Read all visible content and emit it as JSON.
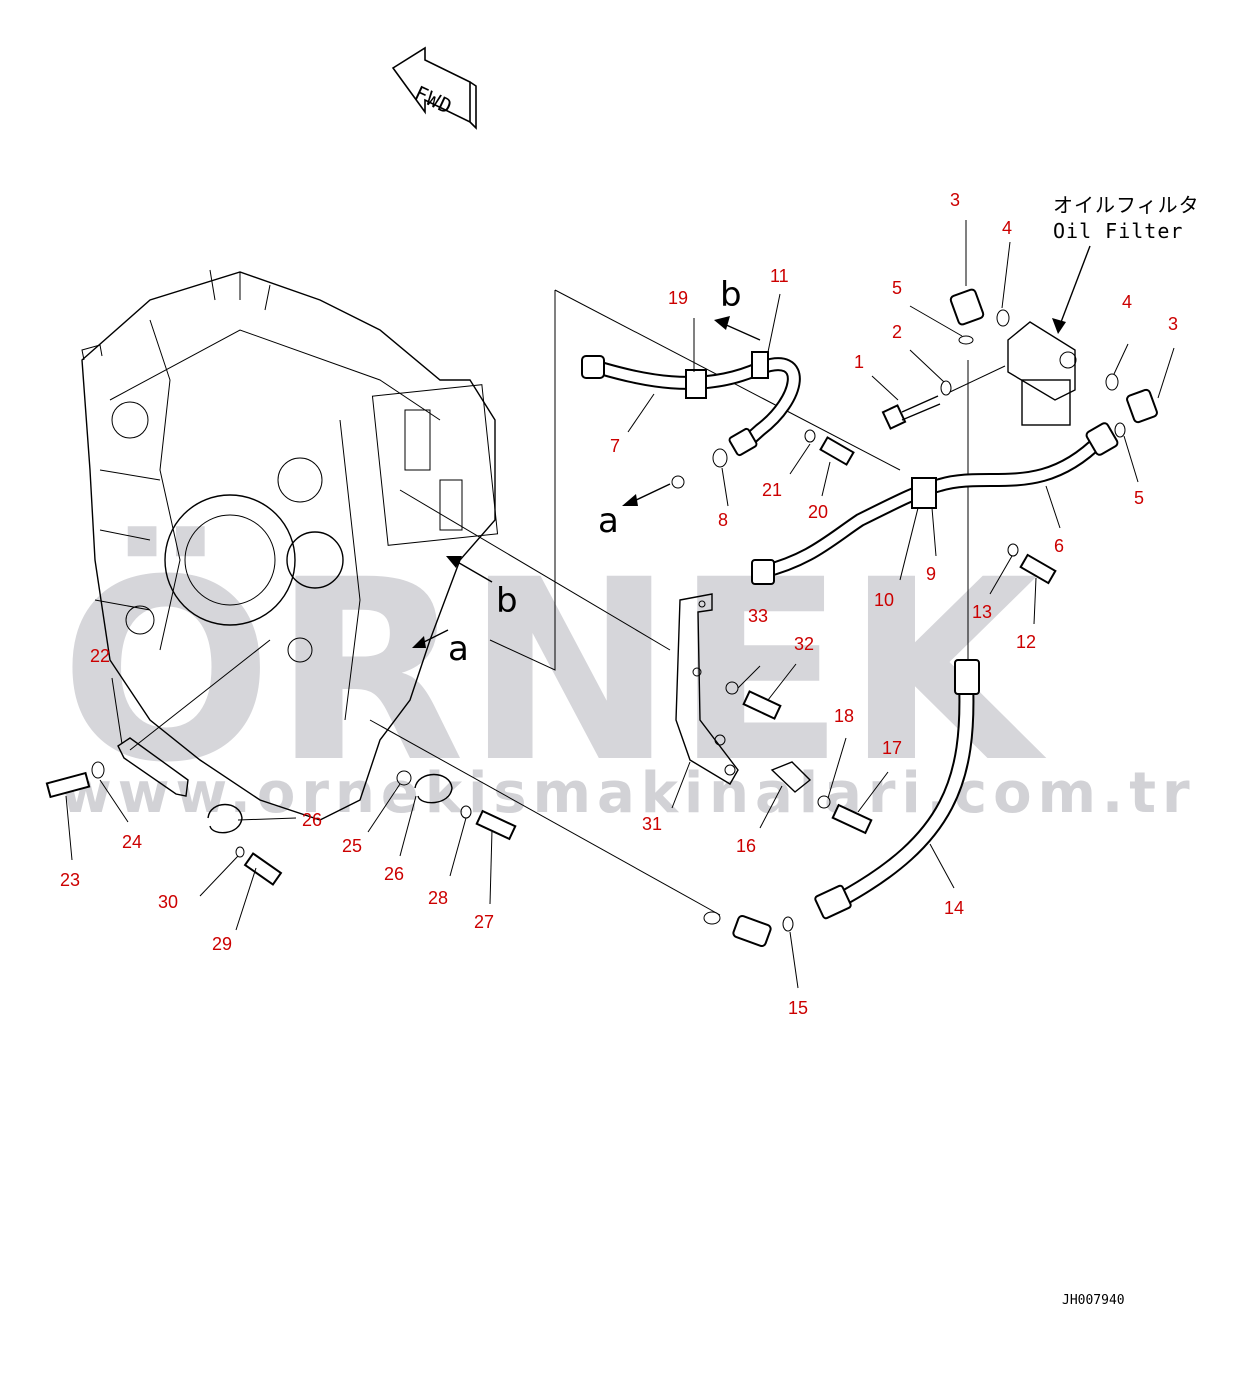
{
  "diagram": {
    "fwd_label": "FWD",
    "oil_filter_jp": "オイルフィルタ",
    "oil_filter_en": "Oil Filter",
    "drawing_code": "JH007940",
    "watermark_text": "ÖRNEK",
    "watermark_url": "www.ornekismakinalari.com.tr",
    "view_markers": [
      "a",
      "b",
      "a",
      "b"
    ],
    "part_numbers": [
      "1",
      "2",
      "3",
      "3",
      "4",
      "4",
      "5",
      "5",
      "6",
      "7",
      "8",
      "9",
      "10",
      "11",
      "12",
      "13",
      "14",
      "15",
      "16",
      "17",
      "18",
      "19",
      "20",
      "21",
      "22",
      "23",
      "24",
      "25",
      "26",
      "26",
      "27",
      "28",
      "29",
      "30",
      "31",
      "32",
      "33"
    ],
    "colors": {
      "label": "#cc0000",
      "line": "#000000",
      "watermark": "#d6d6da"
    }
  }
}
